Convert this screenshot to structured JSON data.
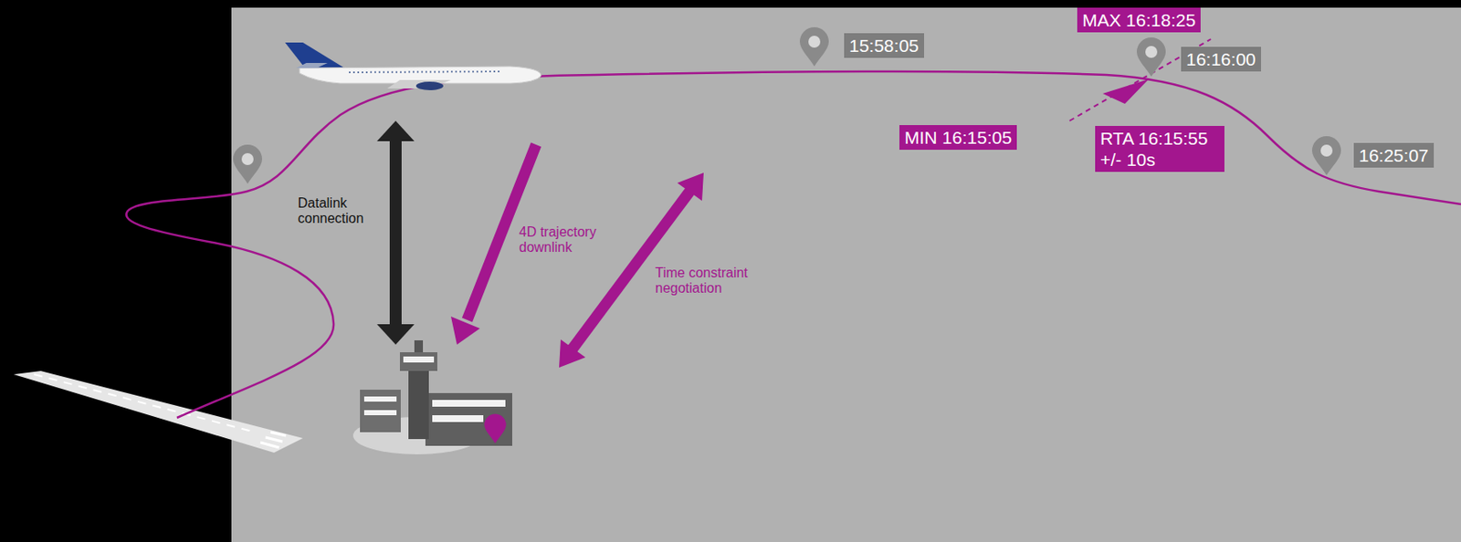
{
  "diagram": {
    "nodes": [
      {
        "text": [
          "MAX 16:18:25"
        ]
      },
      {
        "text": [
          "15:58:05"
        ]
      },
      {
        "text": [
          "16:16:00"
        ]
      },
      {
        "text": [
          "MIN 16:15:05"
        ]
      },
      {
        "text": [
          "RTA 16:15:55 +/- 10s"
        ]
      },
      {
        "text": [
          "16:25:07"
        ]
      }
    ],
    "labels": [
      "Datalink connection",
      "4D trajectory downlink",
      "Time constraint negotiation"
    ]
  }
}
